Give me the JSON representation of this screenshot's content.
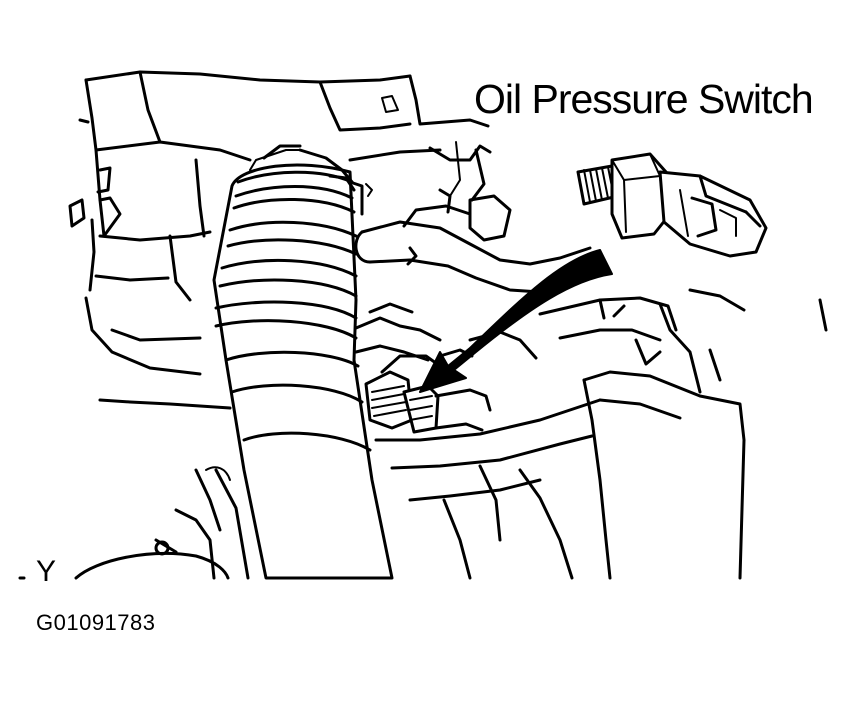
{
  "figure": {
    "callout_label": "Oil Pressure Switch",
    "view_marker": "Y",
    "figure_id": "G01091783"
  },
  "colors": {
    "ink": "#000000",
    "paper": "#ffffff"
  },
  "icons": [
    "arrow-pointer-icon",
    "oil-pressure-switch-icon"
  ]
}
